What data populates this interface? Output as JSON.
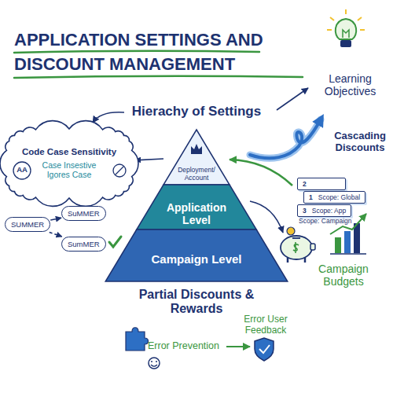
{
  "diagram": {
    "title": "APPLICATION SETTINGS AND DISCOUNT MANAGEMENT",
    "nodes": [
      {
        "text": [
          "Code Case Sensitivity",
          "Case Insestive Igores Case"
        ]
      },
      {
        "text": [
          "Deployment/ Account"
        ]
      },
      {
        "text": [
          "Application Level"
        ]
      },
      {
        "text": [
          "Campaign Level"
        ]
      },
      {
        "text": [
          "2"
        ]
      },
      {
        "text": [
          "1",
          "Scope: Global"
        ]
      },
      {
        "text": [
          "3",
          "Scope: App"
        ]
      },
      {
        "text": [
          "SUMMER"
        ]
      },
      {
        "text": [
          "SuMMER"
        ]
      },
      {
        "text": [
          "SumMER"
        ]
      }
    ],
    "edges": [
      {
        "from": 1,
        "to": 0,
        "arrow": "to"
      },
      {
        "from": 7,
        "to": 8,
        "arrow": "to"
      },
      {
        "from": 7,
        "to": 9,
        "arrow": "to"
      }
    ],
    "labels": [
      "Learning Objectives",
      "Hierachy of Settings",
      "AA",
      "Cascading Discounts",
      "Scope: Campaign",
      "Campaign Budgets",
      "Partial Discounts & Rewards",
      "Error Prevention",
      "Error User Feedback"
    ]
  }
}
